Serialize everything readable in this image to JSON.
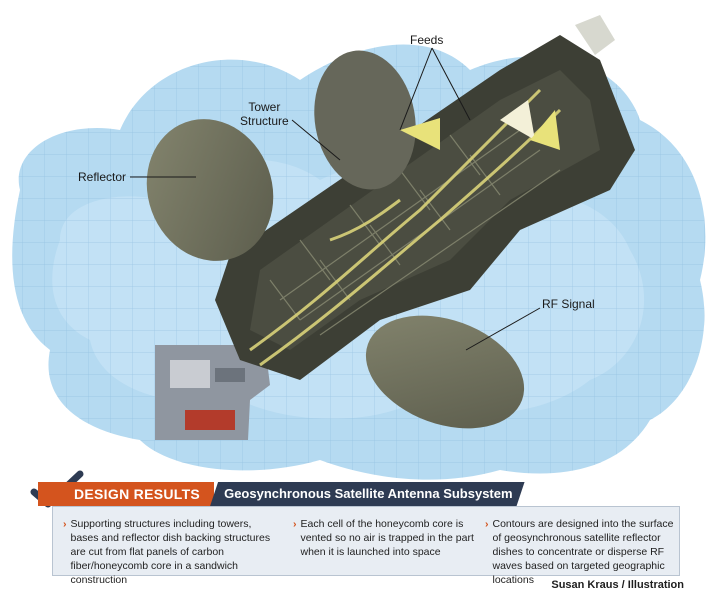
{
  "callouts": {
    "feeds": "Feeds",
    "tower": "Tower\nStructure",
    "reflector": "Reflector",
    "rf_signal": "RF Signal"
  },
  "results": {
    "tag": "DESIGN RESULTS",
    "title": "Geosynchronous Satellite Antenna Subsystem",
    "bullets": [
      "Supporting structures including towers, bases and reflector dish backing structures are cut from flat panels of carbon fiber/honeycomb core in a sandwich construction",
      "Each cell of the honeycomb core is vented so no air is trapped in the part when it is launched into space",
      "Contours are designed into the surface of geosynchronous satellite reflector dishes to concentrate or disperse RF waves based on targeted geographic locations"
    ]
  },
  "credit": "Susan Kraus / Illustration",
  "colors": {
    "accent_orange": "#d4541e",
    "navy": "#2e3b53",
    "watercolor_blue": "#9ecbea",
    "structure_dark": "#3d3f35",
    "dish_gray": "#6f705f",
    "feed_yellow": "#e8e27a"
  },
  "icons": [
    "check-mark-icon",
    "chevron-bullet-icon"
  ]
}
